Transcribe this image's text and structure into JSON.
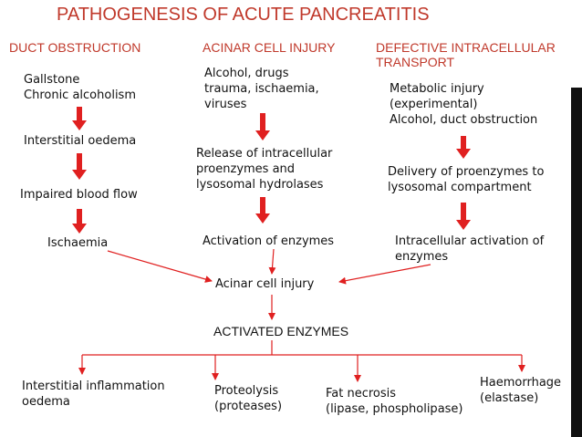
{
  "title": "PATHOGENESIS OF ACUTE PANCREATITIS",
  "columns": {
    "duct": {
      "header": "DUCT OBSTRUCTION",
      "steps": [
        [
          "Gallstone",
          "Chronic alcoholism"
        ],
        [
          "Interstitial oedema"
        ],
        [
          "Impaired blood flow"
        ],
        [
          "Ischaemia"
        ]
      ]
    },
    "acinar": {
      "header": "ACINAR CELL INJURY",
      "steps": [
        [
          "Alcohol, drugs",
          "trauma, ischaemia,",
          "viruses"
        ],
        [
          "Release of intracellular",
          "proenzymes and",
          "lysosomal hydrolases"
        ],
        [
          "Activation of enzymes"
        ]
      ]
    },
    "transport": {
      "header": [
        "DEFECTIVE INTRACELLULAR",
        "TRANSPORT"
      ],
      "steps": [
        [
          "Metabolic injury",
          "(experimental)",
          "Alcohol, duct obstruction"
        ],
        [
          "Delivery of proenzymes to",
          "lysosomal compartment"
        ],
        [
          "Intracellular activation of",
          "enzymes"
        ]
      ]
    }
  },
  "convergence": "Acinar cell injury",
  "activated": "ACTIVATED ENZYMES",
  "outcomes": [
    [
      "Interstitial inflammation",
      "oedema"
    ],
    [
      "Proteolysis",
      "(proteases)"
    ],
    [
      "Fat necrosis",
      "(lipase, phospholipase)"
    ],
    [
      "Haemorrhage",
      "(elastase)"
    ]
  ],
  "colors": {
    "header": "#c0392b",
    "arrow": "#e02020",
    "text": "#111111"
  }
}
